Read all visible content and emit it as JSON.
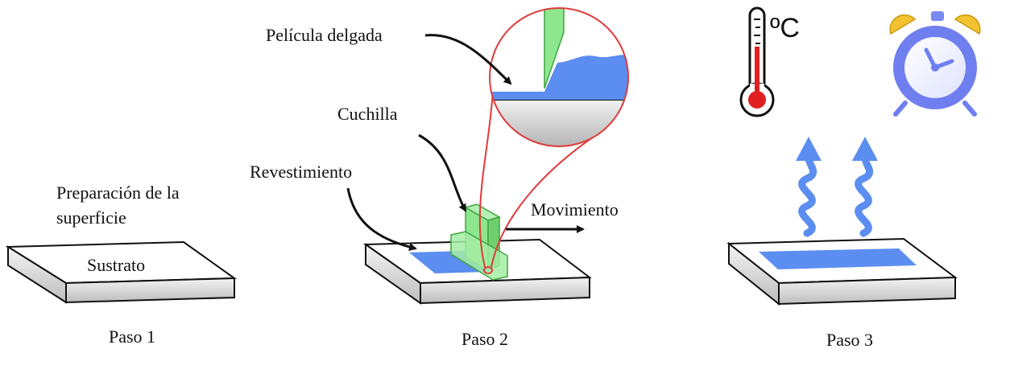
{
  "step1": {
    "label_line1": "Preparación de la",
    "label_line2": "superficie",
    "substrate_label": "Sustrato",
    "caption": "Paso 1"
  },
  "step2": {
    "thin_film_label": "Película delgada",
    "blade_label": "Cuchilla",
    "coating_label": "Revestimiento",
    "movement_label": "Movimiento",
    "caption": "Paso 2"
  },
  "step3": {
    "temperature_unit": "ºC",
    "caption": "Paso 3",
    "icons": [
      "thermometer-icon",
      "alarm-clock-icon",
      "heat-arrow-icon"
    ]
  },
  "colors": {
    "coating": "#5b8ef0",
    "blade": "#8ee68e",
    "blade_stroke": "#3da53d",
    "magnifier": "#e03a3a",
    "thermometer_bulb": "#e02020",
    "clock": "#6f7ff0",
    "clock_bells": "#f2c230",
    "heat_arrows": "#5b8ef0"
  }
}
